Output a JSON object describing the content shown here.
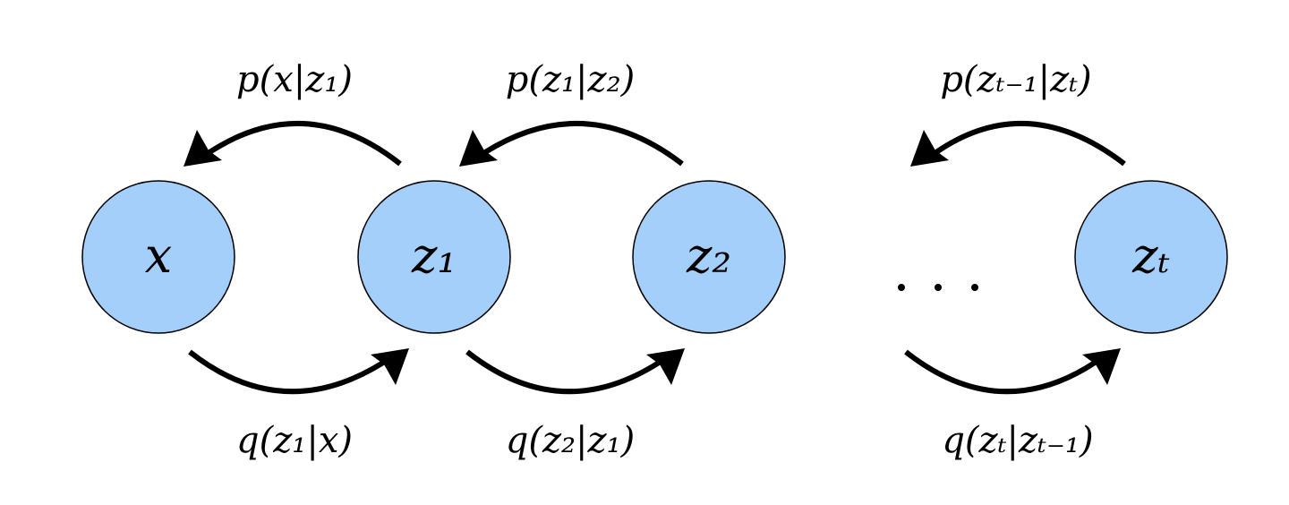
{
  "nodes": [
    {
      "id": "x",
      "label": "x"
    },
    {
      "id": "z1",
      "label": "z₁"
    },
    {
      "id": "z2",
      "label": "z₂"
    },
    {
      "id": "zT",
      "label": "zₜ"
    }
  ],
  "ellipsis": "...",
  "reverse_edges": [
    {
      "from": "z1",
      "to": "x",
      "label": "p(x|z₁)"
    },
    {
      "from": "z2",
      "to": "z1",
      "label": "p(z₁|z₂)"
    },
    {
      "from": "zT",
      "to": "zT-1",
      "label": "p(zₜ₋₁|zₜ)"
    }
  ],
  "forward_edges": [
    {
      "from": "x",
      "to": "z1",
      "label": "q(z₁|x)"
    },
    {
      "from": "z1",
      "to": "z2",
      "label": "q(z₂|z₁)"
    },
    {
      "from": "zT-1",
      "to": "zT",
      "label": "q(zₜ|zₜ₋₁)"
    }
  ],
  "colors": {
    "node_fill": "#a3cffa",
    "stroke": "#000000"
  }
}
